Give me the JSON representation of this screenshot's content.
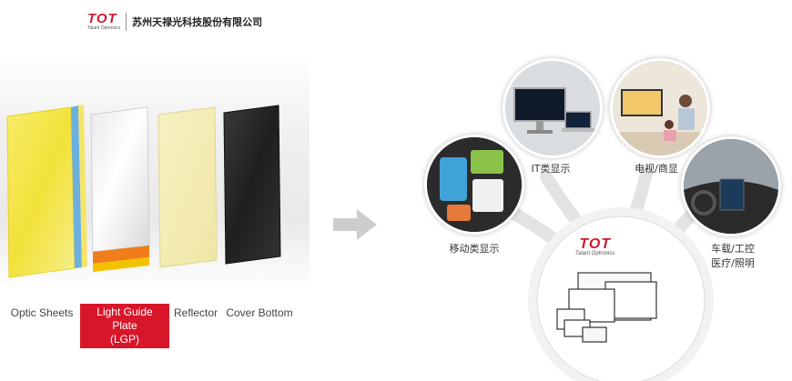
{
  "header": {
    "logo": "TOT",
    "logo_sub": "Talant Optronics",
    "company": "苏州天禄光科技股份有限公司"
  },
  "layers": [
    {
      "label": "Optic Sheets",
      "highlighted": false
    },
    {
      "label_lines": [
        "Light Guide Plate",
        "(LGP)"
      ],
      "highlighted": true
    },
    {
      "label": "Reflector",
      "highlighted": false
    },
    {
      "label": "Cover Bottom",
      "highlighted": false
    }
  ],
  "applications": [
    {
      "label_lines": [
        "移动类显示"
      ],
      "icon": "mobile-devices"
    },
    {
      "label_lines": [
        "IT类显示"
      ],
      "icon": "monitor-laptop"
    },
    {
      "label_lines": [
        "电视/商显"
      ],
      "icon": "tv-living-room"
    },
    {
      "label_lines": [
        "车载/工控",
        "医疗/照明"
      ],
      "icon": "car-dashboard"
    }
  ],
  "hub": {
    "logo": "TOT",
    "logo_sub": "Talant Optronics"
  },
  "colors": {
    "accent": "#d8162a",
    "optic_sheet": "#f2e43c",
    "lgp": "#ededed",
    "reflector": "#f4eeb8",
    "cover_bottom": "#2a2a2a",
    "arrow": "#cccccc",
    "hub_ring": "#e6e6e6"
  }
}
